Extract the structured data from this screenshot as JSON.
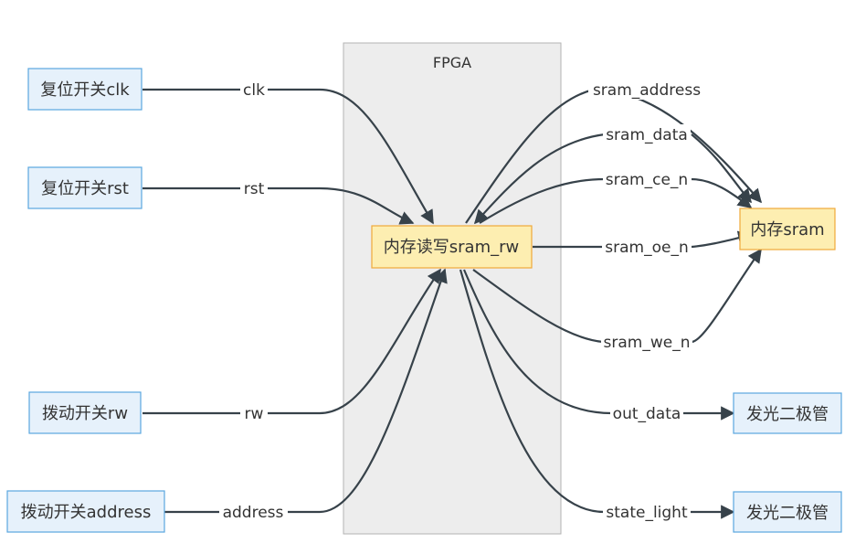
{
  "cluster": {
    "title": "FPGA"
  },
  "nodes": {
    "clk_switch": "复位开关clk",
    "rst_switch": "复位开关rst",
    "rw_switch": "拨动开关rw",
    "address_switch": "拨动开关address",
    "sram_rw": "内存读写sram_rw",
    "sram": "内存sram",
    "led_data": "发光二极管",
    "led_state": "发光二极管"
  },
  "edges": {
    "clk": "clk",
    "rst": "rst",
    "rw": "rw",
    "address": "address",
    "sram_address": "sram_address",
    "sram_data": "sram_data",
    "sram_ce_n": "sram_ce_n",
    "sram_oe_n": "sram_oe_n",
    "sram_we_n": "sram_we_n",
    "out_data": "out_data",
    "state_light": "state_light"
  },
  "colors": {
    "edge": "#37424a",
    "external_fill": "#e6f1fb",
    "external_stroke": "#5aa7e0",
    "core_fill": "#fdeeb1",
    "core_stroke": "#f0a93a",
    "cluster_fill": "#ededed"
  }
}
